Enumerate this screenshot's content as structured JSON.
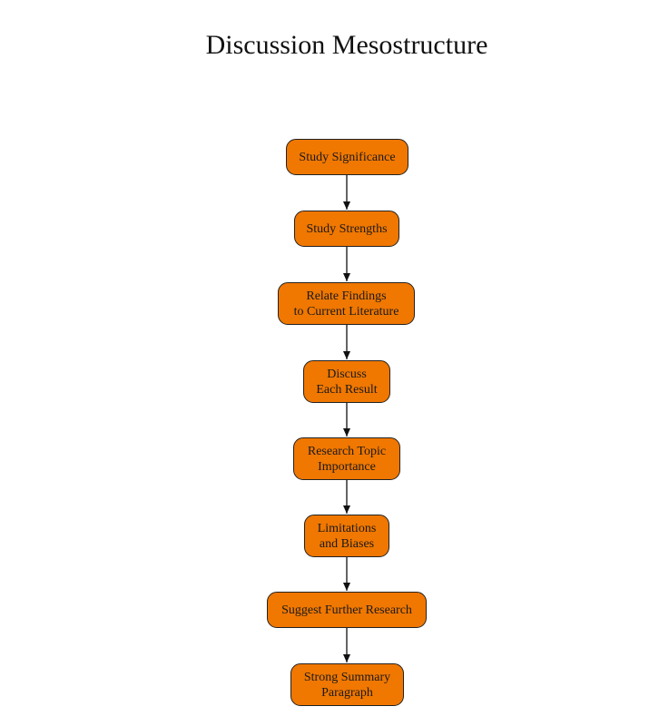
{
  "title": "Discussion Mesostructure",
  "colors": {
    "node_fill": "#f07700",
    "node_border": "#222222",
    "arrow": "#111111"
  },
  "steps": [
    {
      "label": "Study Significance"
    },
    {
      "label": "Study Strengths"
    },
    {
      "label": "Relate Findings\nto Current Literature"
    },
    {
      "label": "Discuss\nEach Result"
    },
    {
      "label": "Research Topic\nImportance"
    },
    {
      "label": "Limitations\nand Biases"
    },
    {
      "label": "Suggest Further Research"
    },
    {
      "label": "Strong Summary\nParagraph"
    }
  ]
}
